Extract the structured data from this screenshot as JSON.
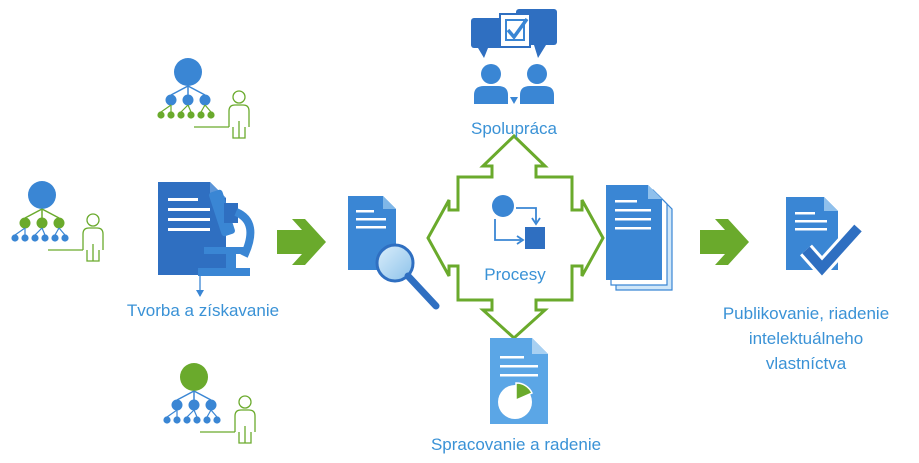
{
  "labels": {
    "collaboration": "Spolupráca",
    "creation": "Tvorba a získavanie",
    "processes": "Procesy",
    "processing": "Spracovanie a radenie",
    "publishing_line1": "Publikovanie, riadenie",
    "publishing_line2": "intelektuálneho",
    "publishing_line3": "vlastníctva"
  },
  "icons": [
    "org-chart-person-icon",
    "org-chart-person-icon",
    "org-chart-person-icon",
    "document-microscope-icon",
    "document-search-icon",
    "collaboration-chat-icon",
    "process-flow-icon",
    "document-pie-chart-icon",
    "document-stack-icon",
    "document-checkmark-icon",
    "green-arrow-right-icon",
    "four-way-arrow-icon"
  ],
  "colors": {
    "blue_dark": "#2f6fc1",
    "blue_mid": "#3a86d4",
    "blue_light": "#5ba6e6",
    "green": "#6aaa2c",
    "label": "#3a92d6"
  }
}
